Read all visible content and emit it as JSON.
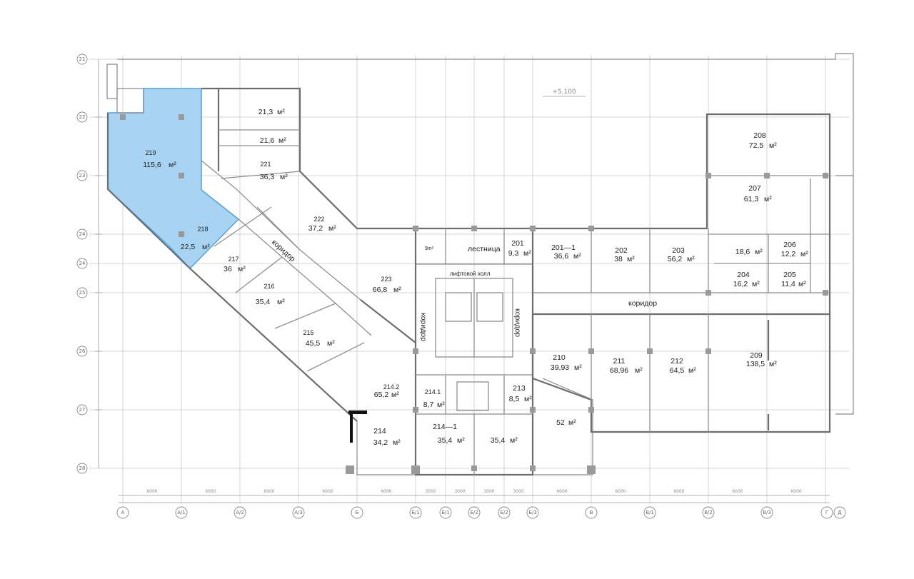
{
  "plan": {
    "level_mark": "+5.100",
    "highlight_color": "#a8d3f3",
    "rooms": [
      {
        "id": "r219",
        "num": "219",
        "area": "115,6"
      },
      {
        "id": "r218",
        "num": "218",
        "area": "22,5"
      },
      {
        "id": "r217",
        "num": "217",
        "area": "36"
      },
      {
        "id": "r216",
        "num": "216",
        "area": "35,4"
      },
      {
        "id": "r215",
        "num": "215",
        "area": "45,5"
      },
      {
        "id": "r221",
        "num": "221",
        "area": "36,3"
      },
      {
        "id": "r222",
        "num": "222",
        "area": "37,2"
      },
      {
        "id": "r223",
        "num": "223",
        "area": "66,8"
      },
      {
        "id": "rA",
        "num": "",
        "area": "21,3"
      },
      {
        "id": "rB",
        "num": "",
        "area": "21,6"
      },
      {
        "id": "r214_2",
        "num": "214.2",
        "area": "65,2"
      },
      {
        "id": "r214_1",
        "num": "214.1",
        "area": "8,7"
      },
      {
        "id": "r214",
        "num": "214",
        "area": "34,2"
      },
      {
        "id": "r214m1",
        "num": "214—1",
        "area": "35,4"
      },
      {
        "id": "rC",
        "num": "",
        "area": "35,4"
      },
      {
        "id": "r213",
        "num": "213",
        "area": "8,5"
      },
      {
        "id": "r201",
        "num": "201",
        "area": "9,3"
      },
      {
        "id": "r201_1",
        "num": "201—1",
        "area": "36,6"
      },
      {
        "id": "r202",
        "num": "202",
        "area": "38"
      },
      {
        "id": "r203",
        "num": "203",
        "area": "56,2"
      },
      {
        "id": "rD",
        "num": "",
        "area": "18,6"
      },
      {
        "id": "r206",
        "num": "206",
        "area": "12,2"
      },
      {
        "id": "r204",
        "num": "204",
        "area": "16,2"
      },
      {
        "id": "r205",
        "num": "205",
        "area": "11,4"
      },
      {
        "id": "r207",
        "num": "207",
        "area": "61,3"
      },
      {
        "id": "r208",
        "num": "208",
        "area": "72,5"
      },
      {
        "id": "r210",
        "num": "210",
        "area": "39,93"
      },
      {
        "id": "r211",
        "num": "211",
        "area": "68,96"
      },
      {
        "id": "r212",
        "num": "212",
        "area": "64,5"
      },
      {
        "id": "r209",
        "num": "209",
        "area": "138,5"
      },
      {
        "id": "rE",
        "num": "",
        "area": "52"
      }
    ],
    "unit": "м²",
    "labels": {
      "stair": "лестница",
      "lift_hall": "лифтовой холл",
      "corridor_diag": "коридор",
      "corridor_right": "коридор",
      "corridor_vert_left": "коридор",
      "corridor_vert_right": "коридор",
      "small_room": "9m²"
    },
    "axes_bottom": [
      "А",
      "А/1",
      "А/2",
      "А/3",
      "Б",
      "Б/1",
      "Б/1",
      "Б/2",
      "Б/2",
      "Б/3",
      "В",
      "В/1",
      "В/2",
      "В/3",
      "Г",
      "Д"
    ],
    "axes_left": [
      "21",
      "22",
      "23",
      "24",
      "24",
      "25",
      "26",
      "27",
      "28"
    ],
    "dims_bottom": [
      "6000",
      "6000",
      "6000",
      "6000",
      "6000",
      "3000",
      "3000",
      "3000",
      "3000",
      "6000",
      "6000",
      "6000",
      "6000",
      "6000"
    ]
  }
}
